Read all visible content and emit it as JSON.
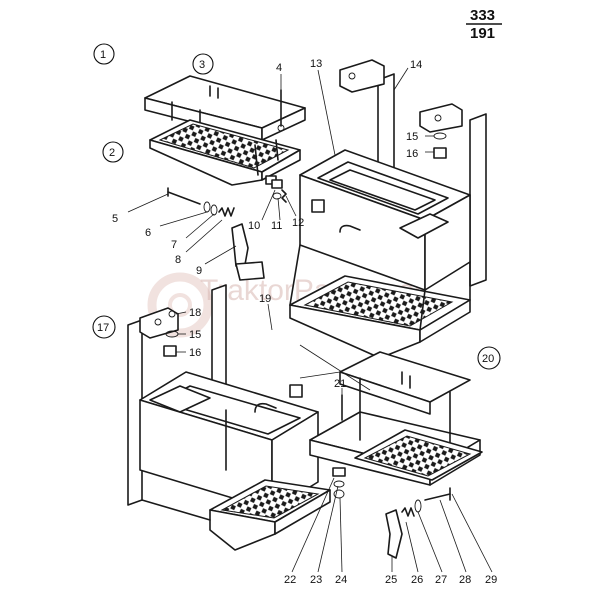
{
  "header": {
    "top": "333",
    "bottom": "191"
  },
  "watermark": "TraktorPartner.sk",
  "callouts": {
    "c1": "1",
    "c2": "2",
    "c3": "3",
    "c17": "17",
    "c20": "20"
  },
  "labels": {
    "l4": "4",
    "l5": "5",
    "l6": "6",
    "l7": "7",
    "l8": "8",
    "l9": "9",
    "l10": "10",
    "l11": "11",
    "l12": "12",
    "l13": "13",
    "l14": "14",
    "l15a": "15",
    "l16a": "16",
    "l15b": "15",
    "l16b": "16",
    "l18": "18",
    "l19": "19",
    "l21": "21",
    "l22": "22",
    "l23": "23",
    "l24": "24",
    "l25": "25",
    "l26": "26",
    "l27": "27",
    "l28": "28",
    "l29": "29"
  }
}
